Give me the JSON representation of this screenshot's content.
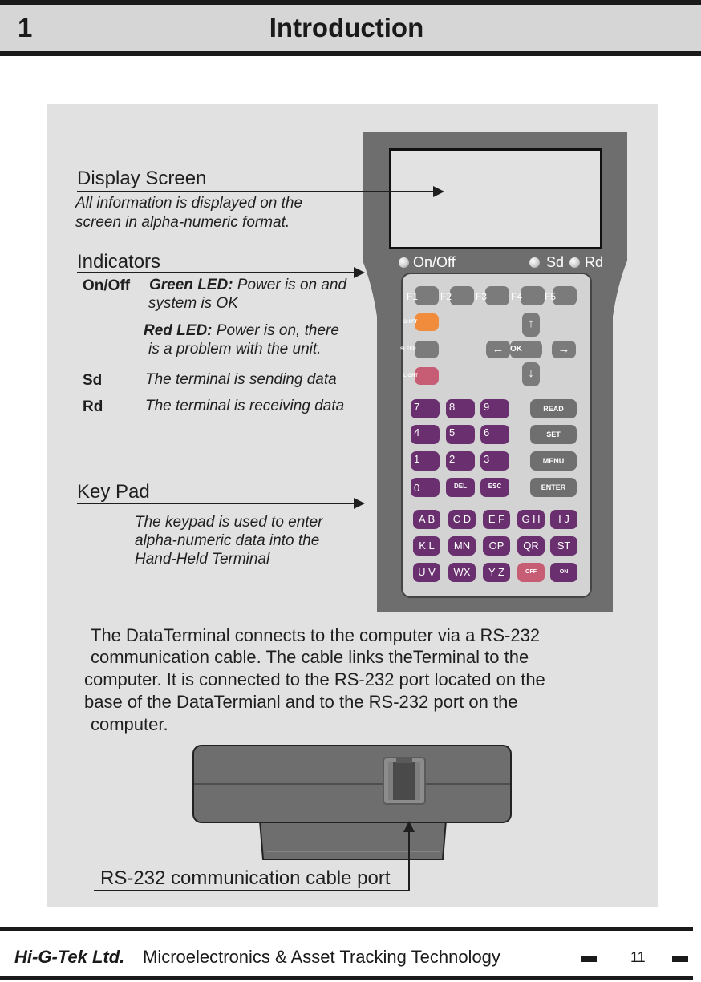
{
  "header": {
    "chapter_number": "1",
    "chapter_title": "Introduction"
  },
  "callouts": {
    "display": {
      "title": "Display Screen",
      "line1": "All information is displayed on the",
      "line2": "screen in alpha-numeric format."
    },
    "indicators": {
      "title": "Indicators",
      "onoff_key": "On/Off",
      "green_label": "Green LED:",
      "green_text1": " Power is on and",
      "green_text2": "system is OK",
      "red_label": "Red LED:",
      "red_text1": " Power is on, there",
      "red_text2": "is a problem with the unit.",
      "sd_key": "Sd",
      "sd_text": "The terminal is sending data",
      "rd_key": "Rd",
      "rd_text": "The terminal is receiving data"
    },
    "keypad": {
      "title": "Key Pad",
      "line1": "The keypad is used to enter",
      "line2": "alpha-numeric data into the",
      "line3": "Hand-Held Terminal"
    }
  },
  "device": {
    "indicator_onoff": "On/Off",
    "indicator_sd": "Sd",
    "indicator_rd": "Rd",
    "f_keys": [
      "F1",
      "F2",
      "F3",
      "F4",
      "F5"
    ],
    "side_keys": [
      "SHIFT",
      "SLEEP",
      "LIGHT"
    ],
    "ok_label": "OK",
    "arrow_up": "↑",
    "arrow_down": "↓",
    "arrow_left": "←",
    "arrow_right": "→",
    "num_keys": [
      "7",
      "8",
      "9",
      "4",
      "5",
      "6",
      "1",
      "2",
      "3",
      "0"
    ],
    "del_key": "DEL",
    "esc_key": "ESC",
    "func_keys": [
      "READ",
      "SET",
      "MENU",
      "ENTER"
    ],
    "alpha_keys": [
      "A B",
      "C D",
      "E F",
      "G H",
      "I J",
      "K L",
      "MN",
      "OP",
      "QR",
      "ST",
      "U V",
      "WX",
      "Y Z"
    ],
    "off_key": "OFF",
    "on_key": "ON"
  },
  "paragraph": {
    "line1": "The DataTerminal connects to the computer via a RS-232",
    "line2": "communication cable. The cable links theTerminal to the",
    "line3": "computer. It is connected to the RS-232 port located on the",
    "line4": "base of the DataTermianl and to the RS-232 port on the",
    "line5": "computer."
  },
  "port_caption": "RS-232 communication cable port",
  "footer": {
    "company": "Hi-G-Tek Ltd.",
    "tagline": "Microelectronics & Asset Tracking Technology",
    "page_number": "11"
  },
  "colors": {
    "panel": "#e1e1e1",
    "device_body": "#6e6e6e",
    "key_purple": "#6a2f6f",
    "shift_orange": "#f08c3c",
    "light_pink": "#c65d75",
    "off_pink": "#c65d75"
  }
}
